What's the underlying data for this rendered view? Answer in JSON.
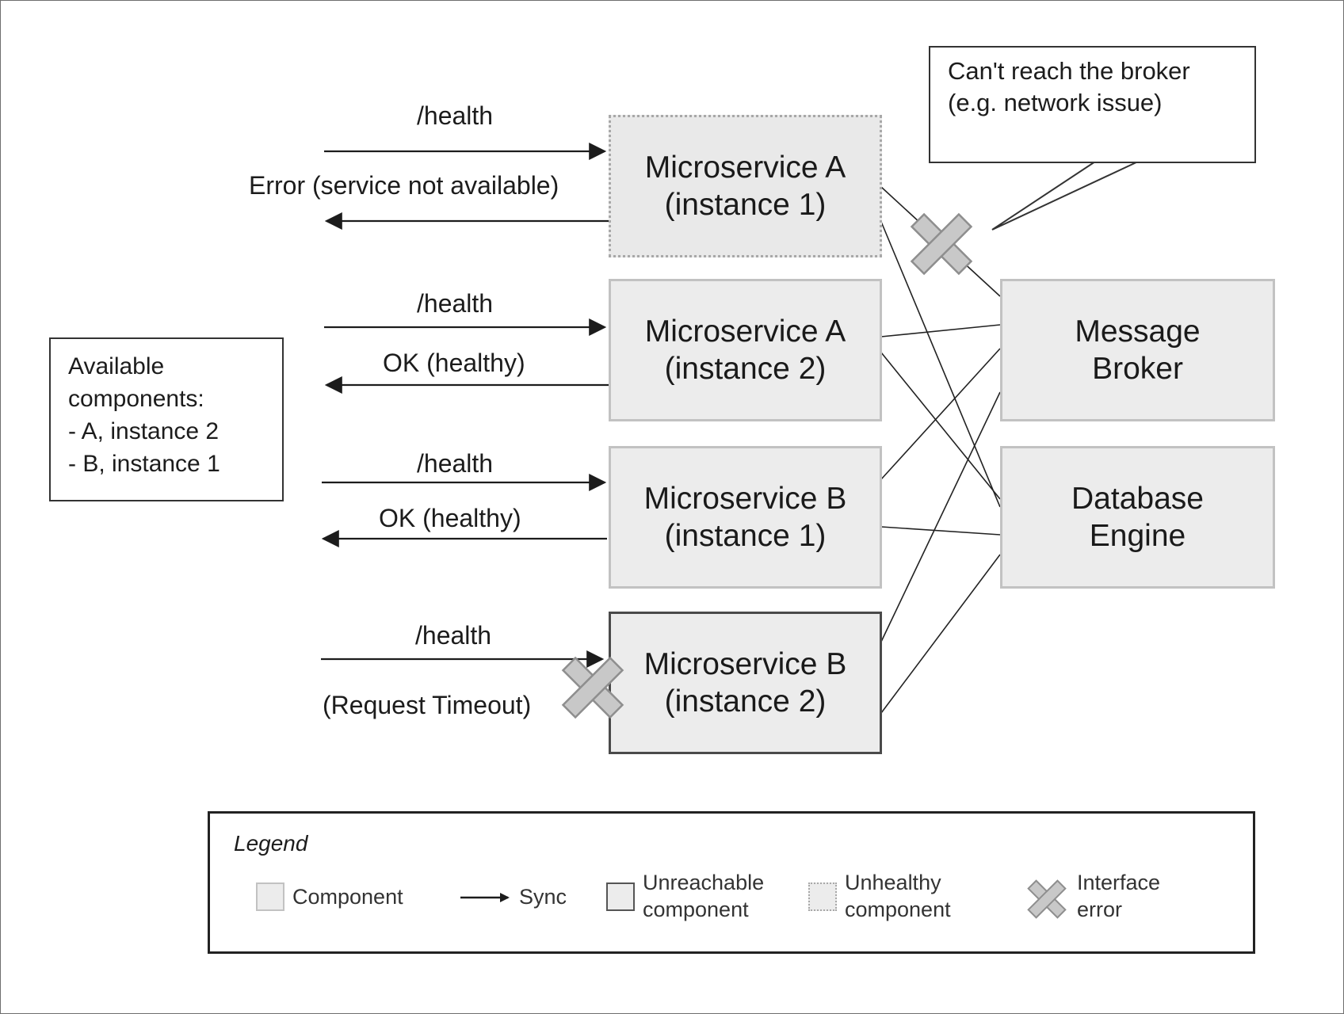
{
  "services": [
    {
      "line1": "Microservice A",
      "line2": "(instance 1)"
    },
    {
      "line1": "Microservice A",
      "line2": "(instance 2)"
    },
    {
      "line1": "Microservice B",
      "line2": "(instance 1)"
    },
    {
      "line1": "Microservice B",
      "line2": "(instance 2)"
    }
  ],
  "infra": [
    {
      "line1": "Message",
      "line2": "Broker"
    },
    {
      "line1": "Database",
      "line2": "Engine"
    }
  ],
  "requests": [
    {
      "request": "/health",
      "response": "Error (service not available)"
    },
    {
      "request": "/health",
      "response": "OK (healthy)"
    },
    {
      "request": "/health",
      "response": "OK (healthy)"
    },
    {
      "request": "/health",
      "response": "(Request Timeout)"
    }
  ],
  "callout": {
    "line1": "Can't reach the broker",
    "line2": "(e.g. network issue)"
  },
  "available": {
    "line1": "Available",
    "line2": "components:",
    "line3": "- A, instance 2",
    "line4": "- B, instance 1"
  },
  "legend": {
    "title": "Legend",
    "component": "Component",
    "sync": "Sync",
    "unreachable1": "Unreachable",
    "unreachable2": "component",
    "unhealthy1": "Unhealthy",
    "unhealthy2": "component",
    "error1": "Interface",
    "error2": "error"
  },
  "icons": [
    "arrow-icon",
    "x-error-icon"
  ],
  "colors": {
    "box_fill": "#ececec",
    "box_border": "#c2c2c2",
    "x_fill": "#c8c8c8",
    "line": "#222222"
  }
}
